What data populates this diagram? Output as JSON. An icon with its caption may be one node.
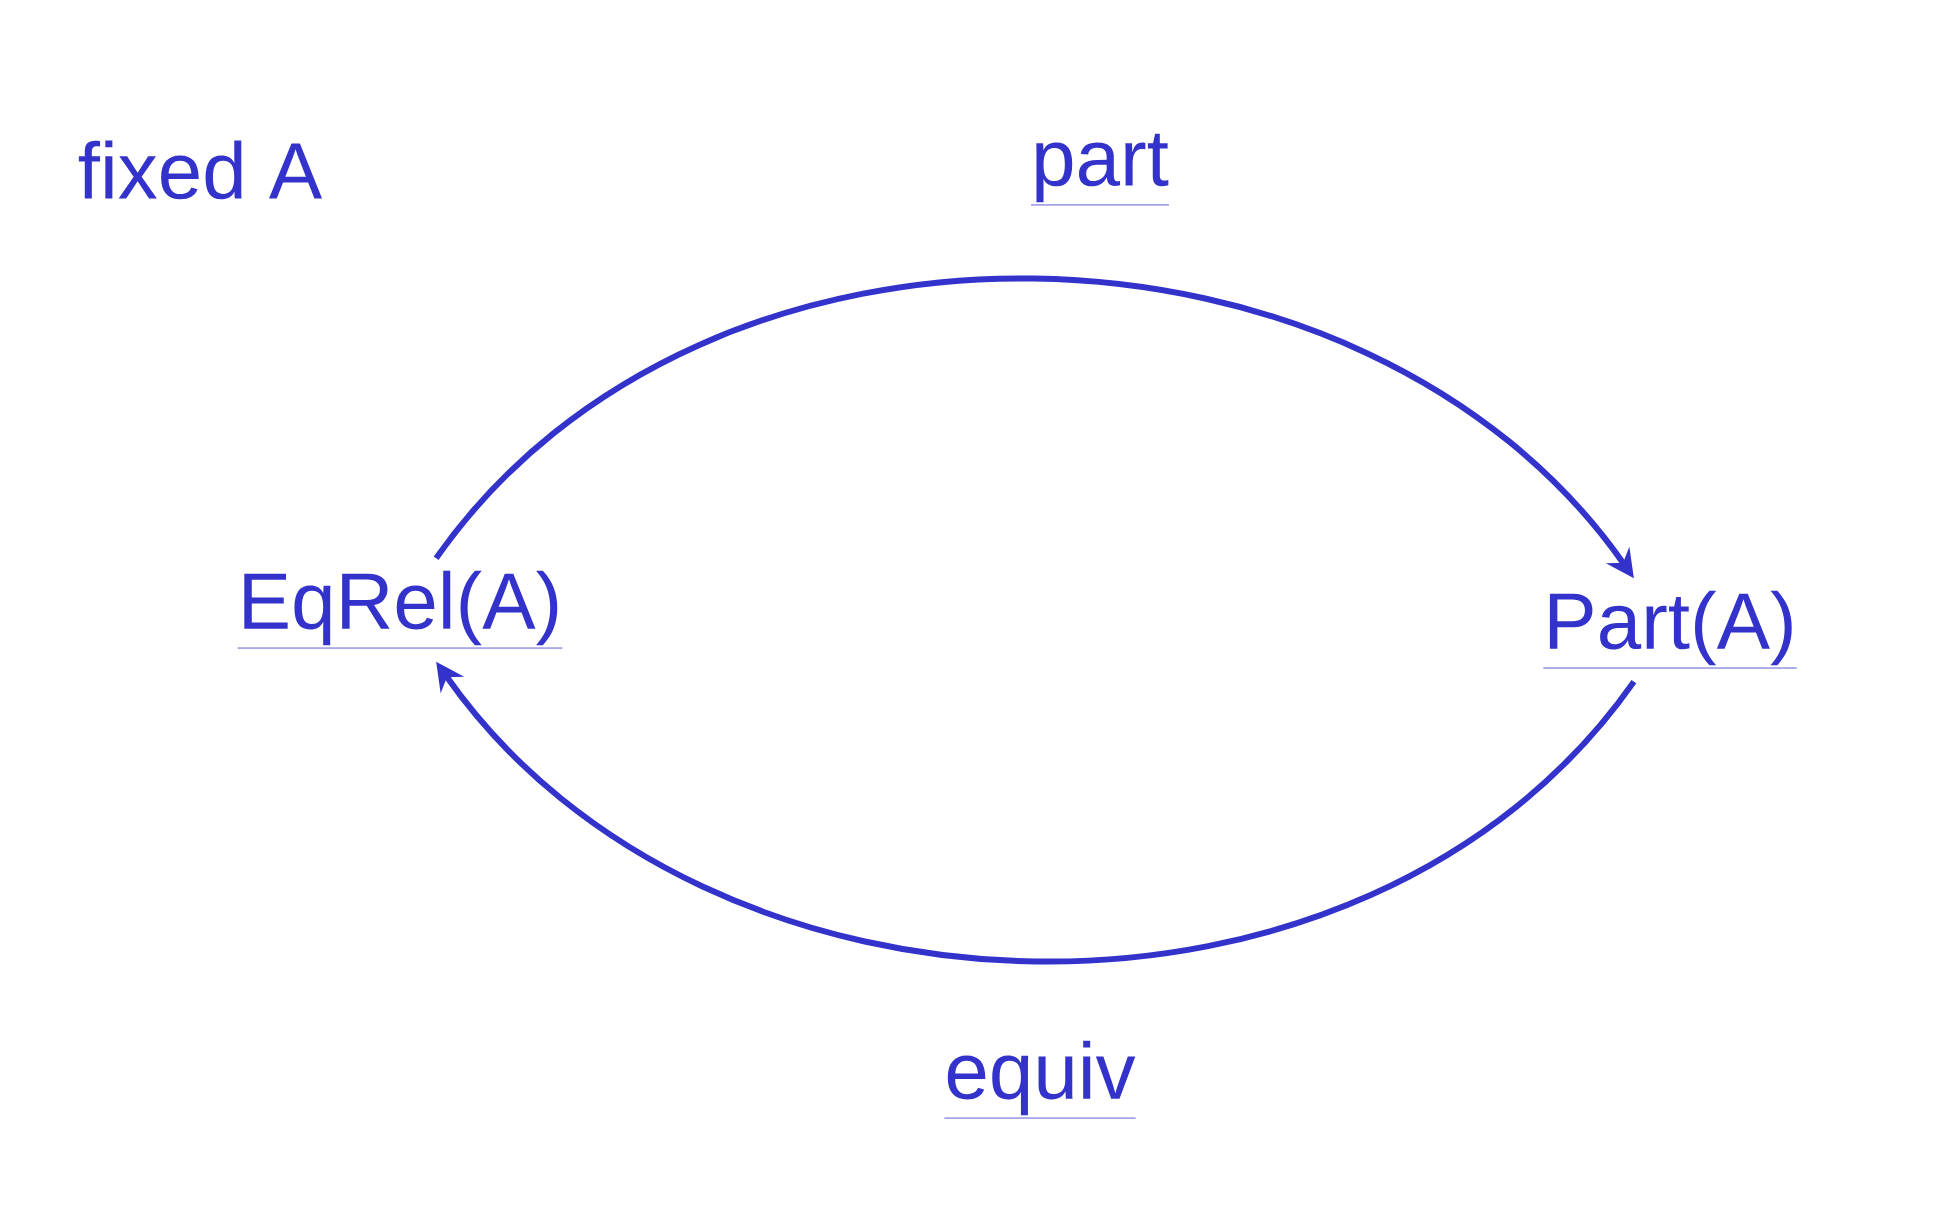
{
  "diagram": {
    "nodes": [
      {
        "text": [
          "EqRel(A)"
        ]
      },
      {
        "text": [
          "Part(A)"
        ]
      }
    ],
    "edges": [
      {
        "from": 0,
        "to": 1,
        "arrow": "to",
        "label": "part"
      },
      {
        "from": 1,
        "to": 0,
        "arrow": "to",
        "label": "equiv"
      }
    ],
    "labels": [
      "fixed A"
    ]
  }
}
